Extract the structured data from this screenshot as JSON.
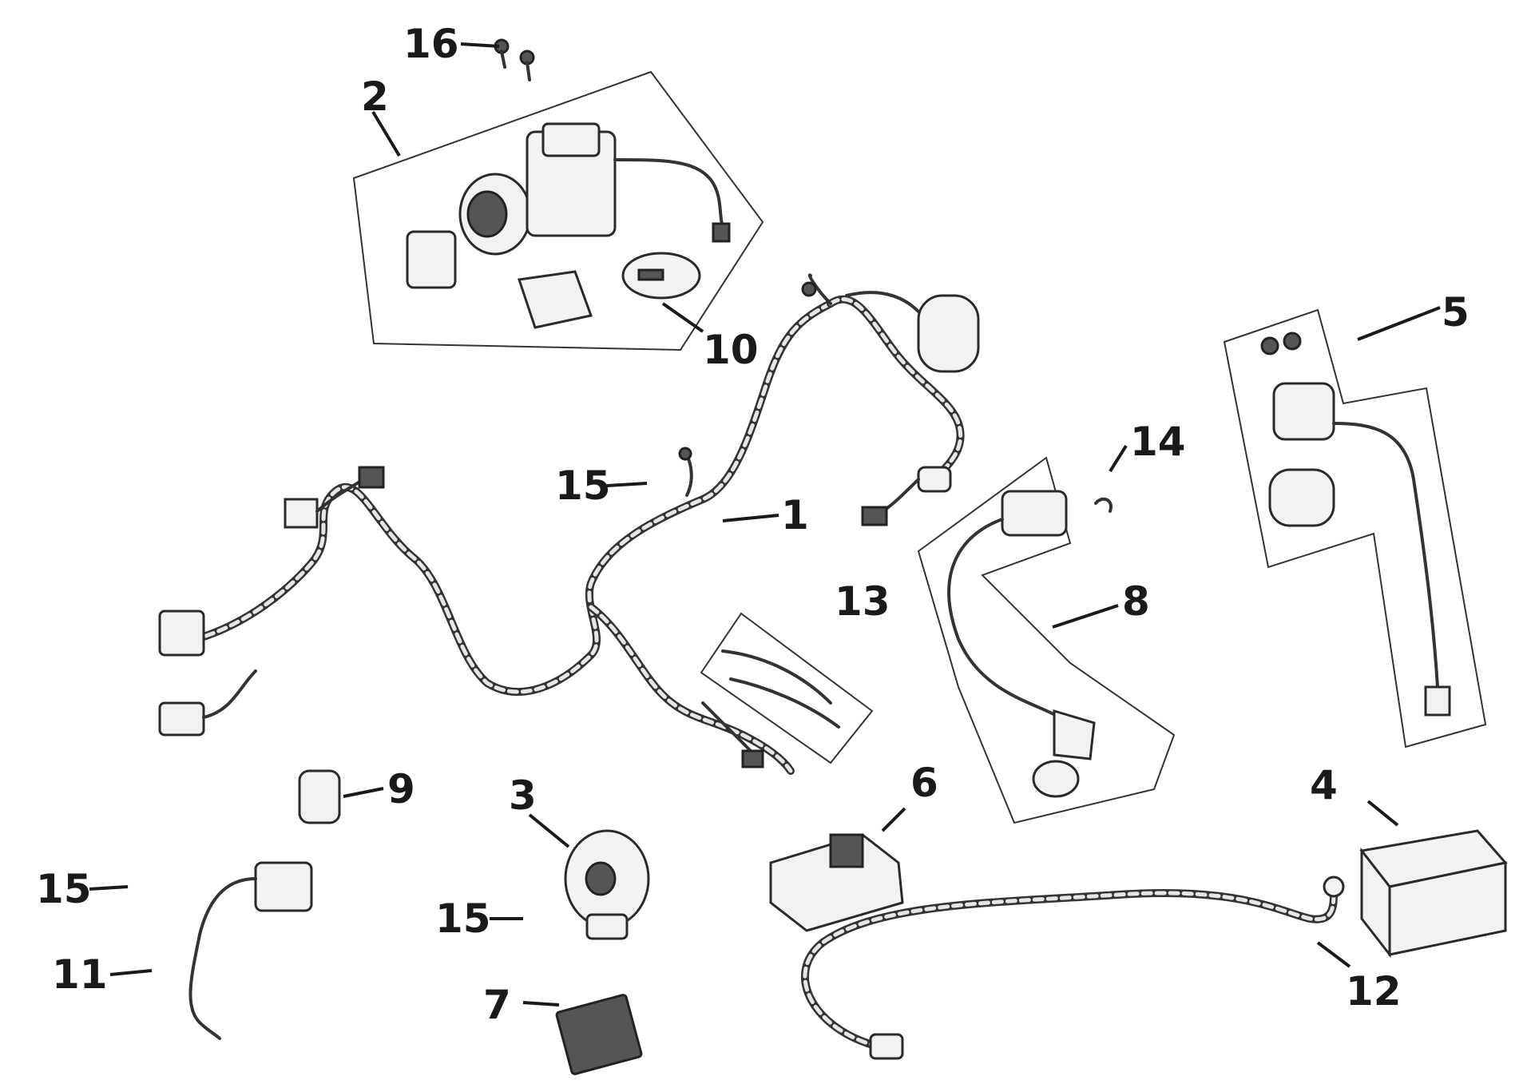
{
  "callouts": {
    "c1": "1",
    "c2": "2",
    "c3": "3",
    "c4": "4",
    "c5": "5",
    "c6": "6",
    "c7": "7",
    "c8": "8",
    "c9": "9",
    "c10": "10",
    "c11": "11",
    "c12": "12",
    "c13": "13",
    "c14": "14",
    "c15a": "15",
    "c15b": "15",
    "c15c": "15",
    "c16": "16"
  }
}
